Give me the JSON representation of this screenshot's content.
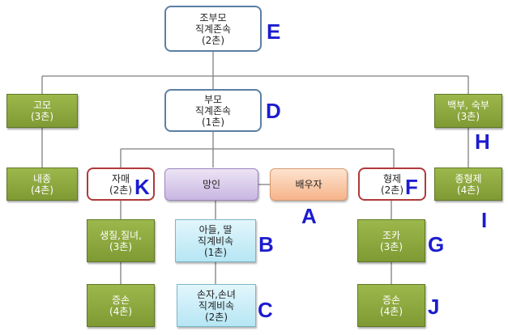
{
  "nodes": {
    "grandparents": "조부모\n직계존속\n(2촌)",
    "parents": "부모\n직계존속\n(1촌)",
    "aunt": "고모\n(3촌)",
    "uncles": "백부, 숙부\n(3촌)",
    "aunt_child": "내종\n(4촌)",
    "uncle_child": "종형제\n(4촌)",
    "sister": "자매\n(2촌)",
    "deceased": "망인",
    "spouse": "배우자",
    "brother": "형제\n(2촌)",
    "sister_child": "생질,질녀,\n(3촌)",
    "child": "아들, 딸\n직계비속\n(1촌)",
    "brother_child": "조카\n(3촌)",
    "sister_grandchild": "증손\n(4촌)",
    "grandchild": "손자,손녀\n직계비속\n(2촌)",
    "brother_grandchild": "증손\n(4촌)"
  },
  "markers": {
    "E": "E",
    "D": "D",
    "H": "H",
    "I": "I",
    "K": "K",
    "F": "F",
    "A": "A",
    "B": "B",
    "G": "G",
    "C": "C",
    "J": "J"
  },
  "colors": {
    "connector": "#7f7f7f",
    "marker": "#1c1ccf",
    "green": "#8aa63c",
    "outline_blue": "#5b7fa3",
    "outline_red": "#b0393b"
  }
}
